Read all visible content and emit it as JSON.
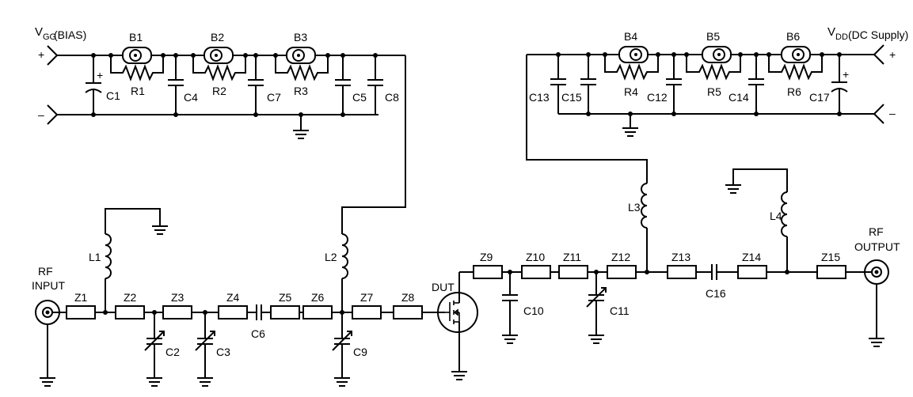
{
  "supplies": {
    "vgg_main": "V",
    "vgg_sub": "GG",
    "vgg_desc": "(BIAS)",
    "vdd_main": "V",
    "vdd_sub": "DD",
    "vdd_desc": "(DC Supply)",
    "plus": "+",
    "minus": "–"
  },
  "ports": {
    "rf_input_1": "RF",
    "rf_input_2": "INPUT",
    "rf_output_1": "RF",
    "rf_output_2": "OUTPUT"
  },
  "device": {
    "label": "DUT"
  },
  "labels": {
    "B1": "B1",
    "B2": "B2",
    "B3": "B3",
    "B4": "B4",
    "B5": "B5",
    "B6": "B6",
    "R1": "R1",
    "R2": "R2",
    "R3": "R3",
    "R4": "R4",
    "R5": "R5",
    "R6": "R6",
    "C1": "C1",
    "C2": "C2",
    "C3": "C3",
    "C4": "C4",
    "C5": "C5",
    "C6": "C6",
    "C7": "C7",
    "C8": "C8",
    "C9": "C9",
    "C10": "C10",
    "C11": "C11",
    "C12": "C12",
    "C13": "C13",
    "C14": "C14",
    "C15": "C15",
    "C16": "C16",
    "C17": "C17",
    "L1": "L1",
    "L2": "L2",
    "L3": "L3",
    "L4": "L4",
    "Z1": "Z1",
    "Z2": "Z2",
    "Z3": "Z3",
    "Z4": "Z4",
    "Z5": "Z5",
    "Z6": "Z6",
    "Z7": "Z7",
    "Z8": "Z8",
    "Z9": "Z9",
    "Z10": "Z10",
    "Z11": "Z11",
    "Z12": "Z12",
    "Z13": "Z13",
    "Z14": "Z14",
    "Z15": "Z15"
  }
}
